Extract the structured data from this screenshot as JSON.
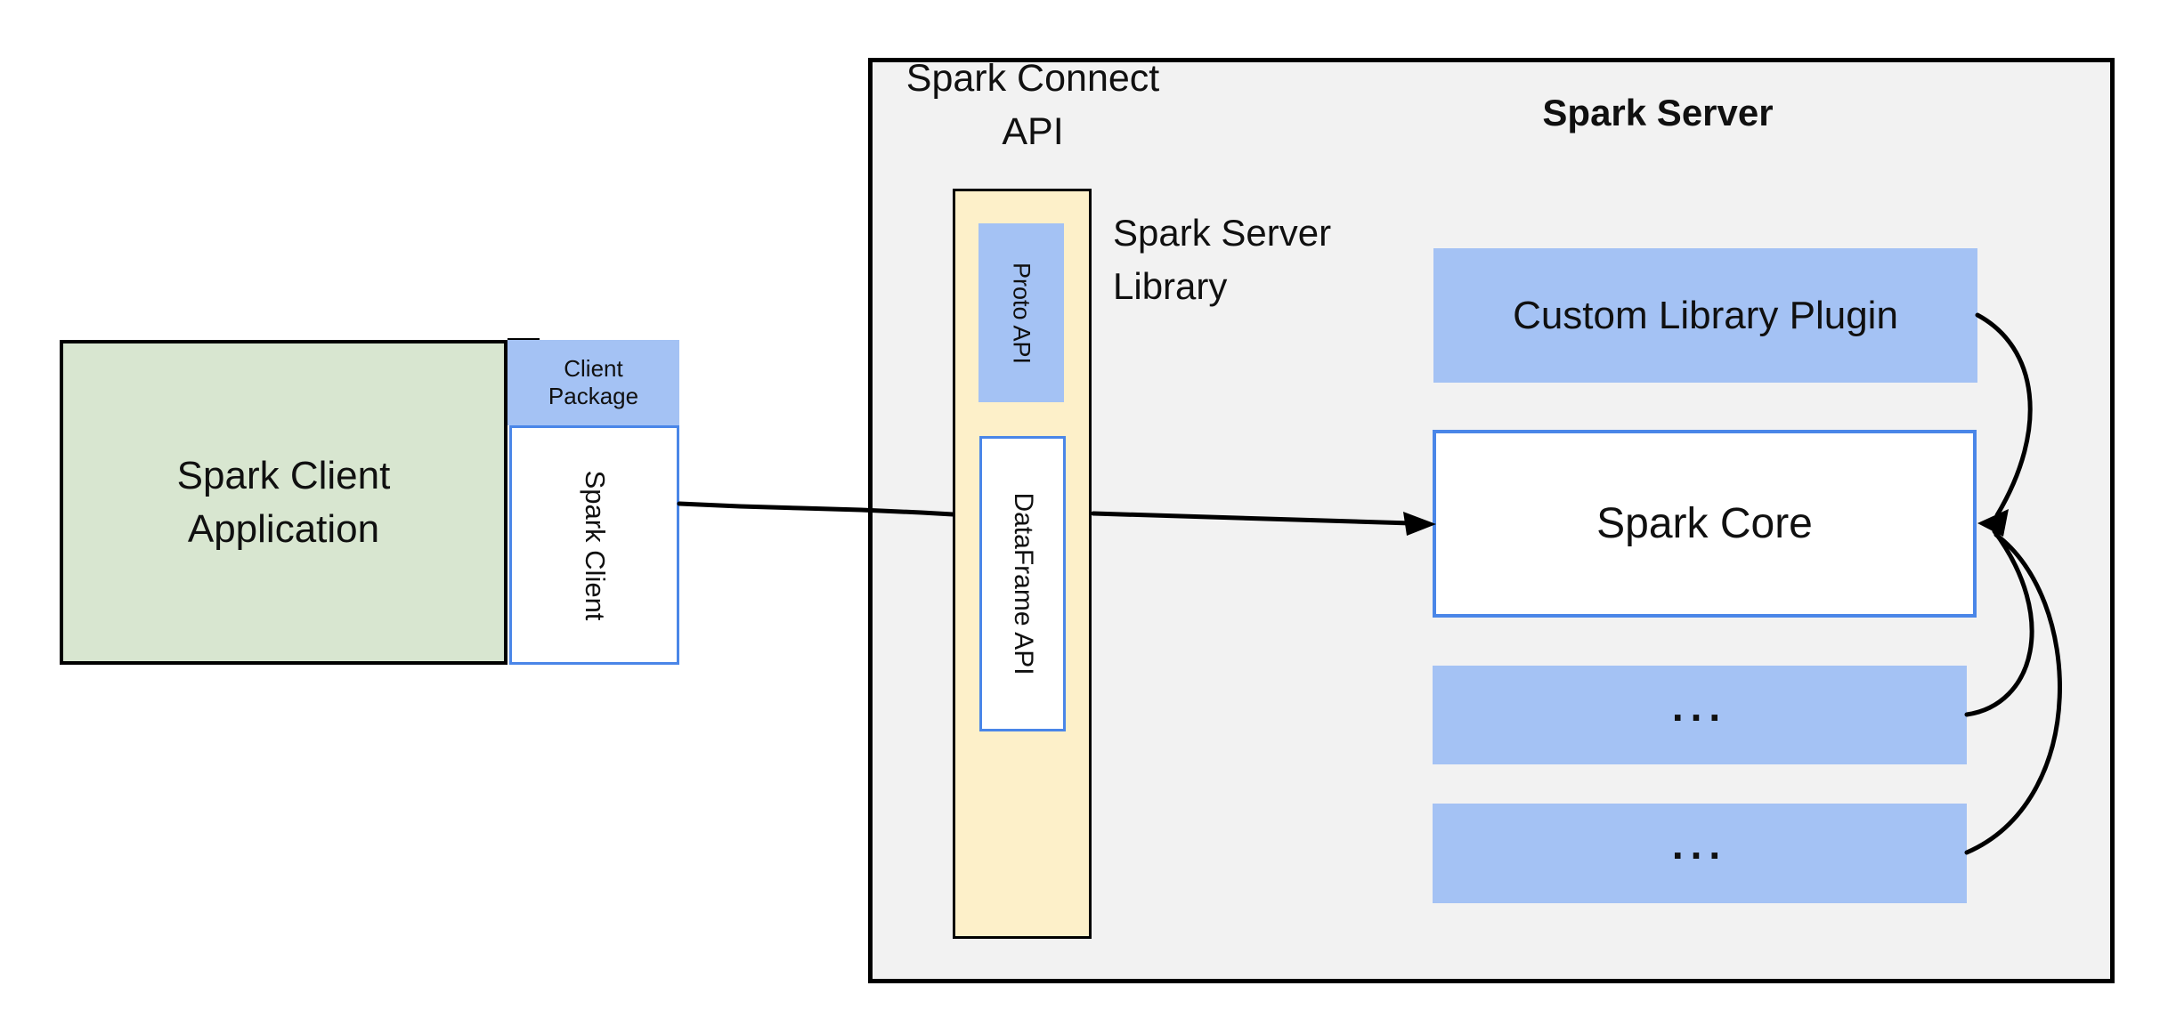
{
  "diagram": {
    "client": {
      "application_label": "Spark Client\nApplication",
      "package_label": "Client\nPackage",
      "spark_client_label": "Spark Client"
    },
    "connect": {
      "api_label": "Spark Connect\nAPI",
      "proto_api_label": "Proto API",
      "dataframe_api_label": "DataFrame API",
      "server_library_label": "Spark Server\nLibrary"
    },
    "server": {
      "title": "Spark Server",
      "custom_plugin_label": "Custom Library Plugin",
      "core_label": "Spark Core",
      "slot1_label": "...",
      "slot2_label": "..."
    },
    "colors": {
      "client_app_fill": "#d8e6d0",
      "blue_fill": "#a4c2f4",
      "blue_border": "#4a86e8",
      "connect_column_fill": "#fdf0c9",
      "server_panel_fill": "#f2f2f2",
      "line_color": "#000000"
    }
  }
}
